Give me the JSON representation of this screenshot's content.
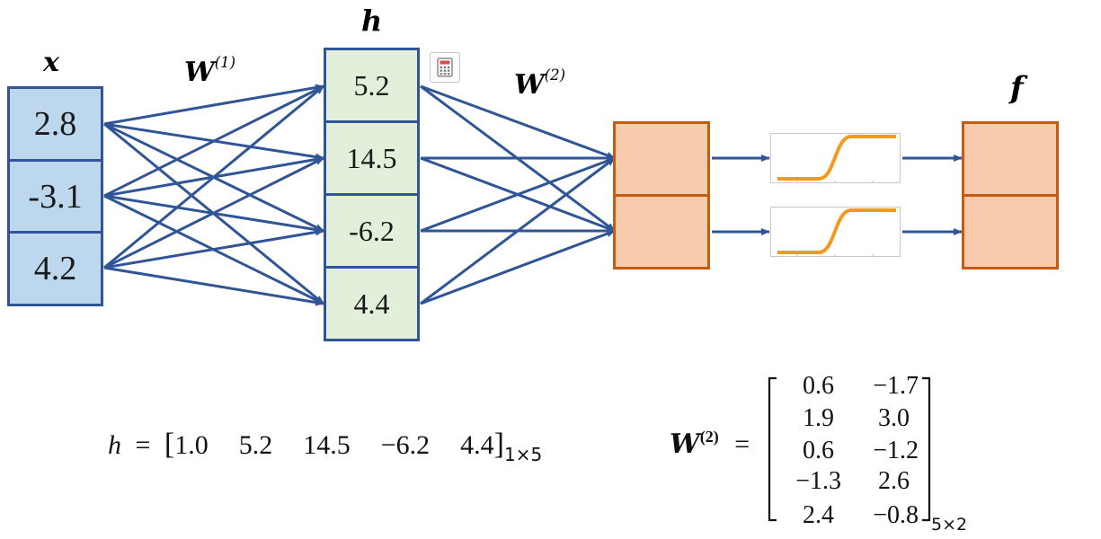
{
  "labels": {
    "x": "x",
    "h": "h",
    "f": "f",
    "w1_base": "W",
    "w1_sup": "(1)",
    "w2_base": "W",
    "w2_sup": "(2)"
  },
  "input_x": [
    "2.8",
    "-3.1",
    "4.2"
  ],
  "hidden_h": [
    "5.2",
    "14.5",
    "-6.2",
    "4.4"
  ],
  "output_count": 2,
  "activation": "sigmoid",
  "colors": {
    "x_fill": "#bdd7ee",
    "h_fill": "#e2efda",
    "node_border": "#2f5597",
    "edge": "#2f5597",
    "out_fill": "#f8cbad",
    "out_border": "#c55a11",
    "sigmoid": "#f39a1e"
  },
  "toolbar_icon": "calculator-icon",
  "h_equation": {
    "lhs": "h",
    "equals": "=",
    "values": [
      "1.0",
      "5.2",
      "14.5",
      "−6.2",
      "4.4"
    ],
    "subscript": "1×5"
  },
  "w2_matrix": {
    "lhs_base": "W",
    "lhs_sup": "(2)",
    "equals": "=",
    "rows": [
      [
        "0.6",
        "−1.7"
      ],
      [
        "1.9",
        "3.0"
      ],
      [
        "0.6",
        "−1.2"
      ],
      [
        "−1.3",
        "2.6"
      ],
      [
        "2.4",
        "−0.8"
      ]
    ],
    "subscript": "5×2"
  }
}
